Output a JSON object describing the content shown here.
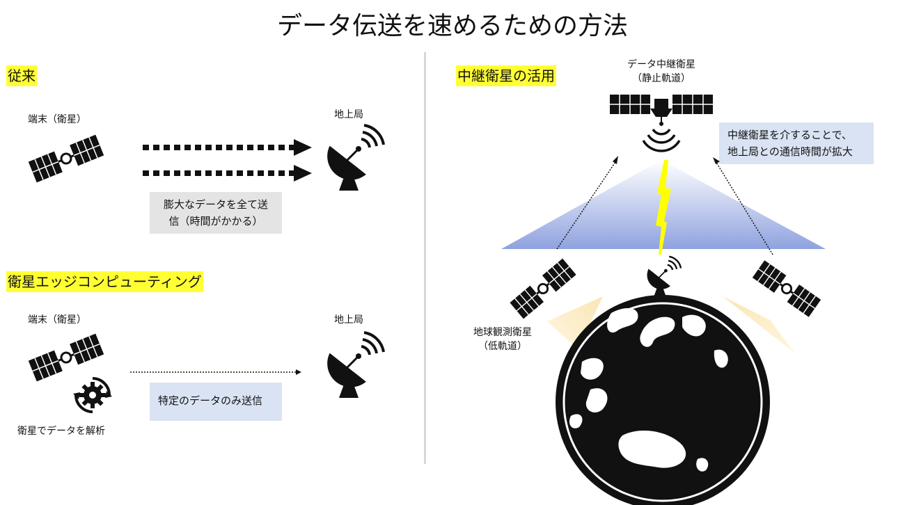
{
  "title": "データ伝送を速めるための方法",
  "left": {
    "traditional": {
      "heading": "従来",
      "terminal_label": "端末（衛星）",
      "station_label": "地上局",
      "note_line1": "膨大なデータを全て送",
      "note_line2": "信（時間がかかる）"
    },
    "edge": {
      "heading": "衛星エッジコンピューティング",
      "terminal_label": "端末（衛星）",
      "station_label": "地上局",
      "analysis_label": "衛星でデータを解析",
      "note": "特定のデータのみ送信"
    }
  },
  "right": {
    "heading": "中継衛星の活用",
    "relay_label_line1": "データ中継衛星",
    "relay_label_line2": "（静止軌道）",
    "note_line1": "中継衛星を介することで、",
    "note_line2": "地上局との通信時間が拡大",
    "observer_label_line1": "地球観測衛星",
    "observer_label_line2": "（低軌道）"
  },
  "colors": {
    "highlight": "#ffff33",
    "gray_box": "#e4e4e4",
    "blue_box": "#dae3f3",
    "lightning": "#ffff00",
    "cone_blue": "#8fa2df",
    "cone_tan": "#fbe5b6",
    "icon_black": "#111111"
  },
  "icons": [
    "satellite-icon",
    "dish-antenna-icon",
    "gear-cycle-icon",
    "earth-globe-icon",
    "signal-waves-icon",
    "lightning-icon"
  ]
}
